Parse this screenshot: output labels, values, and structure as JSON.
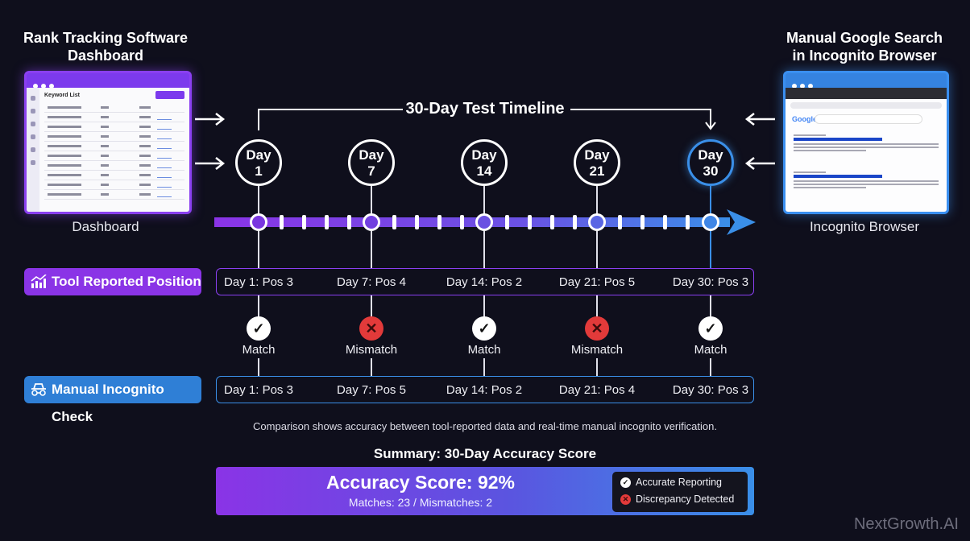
{
  "left_panel": {
    "heading_line1": "Rank Tracking Software",
    "heading_line2": "Dashboard",
    "caption": "Dashboard",
    "window_title": "Keyword List"
  },
  "right_panel": {
    "heading_line1": "Manual Google Search",
    "heading_line2": "in Incognito Browser",
    "caption": "Incognito Browser",
    "logo_text": "Google"
  },
  "timeline": {
    "title": "30-Day Test Timeline",
    "days": [
      {
        "word": "Day",
        "num": "1"
      },
      {
        "word": "Day",
        "num": "7"
      },
      {
        "word": "Day",
        "num": "14"
      },
      {
        "word": "Day",
        "num": "21"
      },
      {
        "word": "Day",
        "num": "30"
      }
    ]
  },
  "tool_row": {
    "label": "Tool Reported Position",
    "icon": "chart-icon",
    "cells": [
      "Day 1: Pos 3",
      "Day 7: Pos 4",
      "Day 14: Pos 2",
      "Day 21: Pos 5",
      "Day 30: Pos 3"
    ]
  },
  "status_row": [
    {
      "text": "Match",
      "icon": "check-icon",
      "symbol": "✓"
    },
    {
      "text": "Mismatch",
      "icon": "x-icon",
      "symbol": "✕"
    },
    {
      "text": "Match",
      "icon": "check-icon",
      "symbol": "✓"
    },
    {
      "text": "Mismatch",
      "icon": "x-icon",
      "symbol": "✕"
    },
    {
      "text": "Match",
      "icon": "check-icon",
      "symbol": "✓"
    }
  ],
  "manual_row": {
    "label": "Manual Incognito Check",
    "icon": "incognito-icon",
    "cells": [
      "Day 1: Pos 3",
      "Day 7: Pos 5",
      "Day 14: Pos 2",
      "Day 21: Pos 4",
      "Day 30: Pos 3"
    ]
  },
  "note": "Comparison shows accuracy between tool-reported data and real-time manual incognito verification.",
  "summary": {
    "title": "Summary: 30-Day Accuracy Score",
    "score": "Accuracy Score: 92%",
    "detail": "Matches: 23 / Mismatches: 2",
    "legend": [
      {
        "label": "Accurate Reporting",
        "symbol": "✓"
      },
      {
        "label": "Discrepancy Detected",
        "symbol": "✕"
      }
    ]
  },
  "brand": "NextGrowth.AI",
  "colors": {
    "purple": "#8a3ff0",
    "blue": "#3a8fe8",
    "mismatch_red": "#e23a3a",
    "background": "#0f0f1c"
  }
}
